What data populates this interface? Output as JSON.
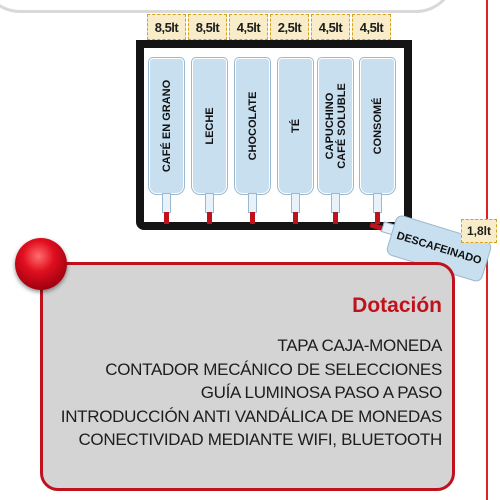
{
  "capacities": [
    "8,5lt",
    "8,5lt",
    "4,5lt",
    "2,5lt",
    "4,5lt",
    "4,5lt"
  ],
  "canisters": [
    {
      "label": "CAFÉ EN GRANO"
    },
    {
      "label": "LECHE"
    },
    {
      "label": "CHOCOLATE"
    },
    {
      "label": "TÉ"
    },
    {
      "label": "CAPUCHINO\nCAFÉ SOLUBLE"
    },
    {
      "label": "CONSOMÉ"
    }
  ],
  "decaf": {
    "label": "DESCAFEINADO",
    "capacity": "1,8lt"
  },
  "panel": {
    "title": "Dotación",
    "features": [
      "TAPA CAJA-MONEDA",
      "CONTADOR MECÁNICO DE SELECCIONES",
      "GUÍA LUMINOSA PASO A PASO",
      "INTRODUCCIÓN ANTI VANDÁLICA DE MONEDAS",
      "CONECTIVIDAD MEDIANTE WIFI, BLUETOOTH"
    ]
  },
  "colors": {
    "accent": "#c0121d",
    "canister": "#c8dff0",
    "cap": "#f8ecc9",
    "panel": "#d4d4d4"
  }
}
